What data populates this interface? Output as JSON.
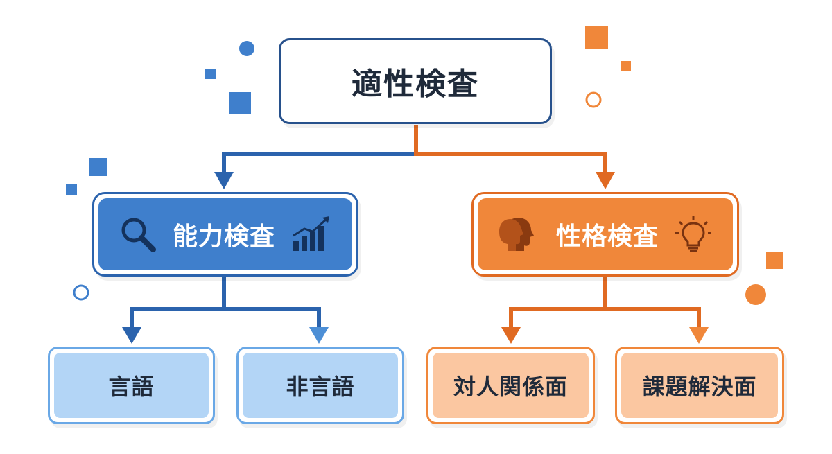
{
  "root": {
    "label": "適性検査"
  },
  "branches": [
    {
      "label": "能力検査",
      "color": "#3f7fcc",
      "left_icon": "magnifier-icon",
      "right_icon": "bar-chart-icon",
      "children": [
        {
          "label": "言語"
        },
        {
          "label": "非言語"
        }
      ]
    },
    {
      "label": "性格検査",
      "color": "#f0873a",
      "left_icon": "heads-profile-icon",
      "right_icon": "lightbulb-icon",
      "children": [
        {
          "label": "対人関係面"
        },
        {
          "label": "課題解決面"
        }
      ]
    }
  ],
  "colors": {
    "blue_dark": "#27518c",
    "blue": "#2b63ad",
    "blue_light": "#b3d5f6",
    "orange": "#e06a22",
    "orange_light": "#fbc7a1"
  }
}
